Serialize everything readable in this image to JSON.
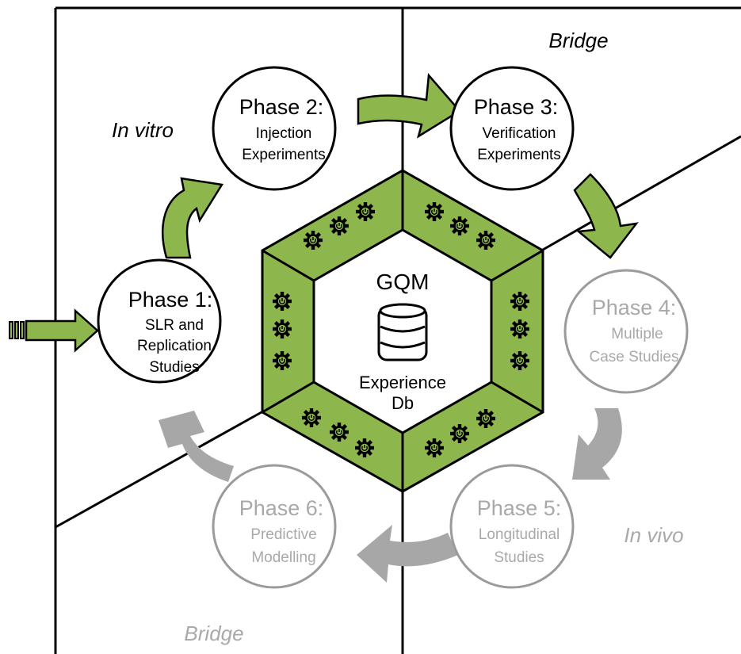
{
  "colors": {
    "active_stroke": "#000000",
    "active_text": "#000000",
    "inactive_stroke": "#9b9b9b",
    "inactive_text": "#a9a9a9",
    "green_fill": "#8db64d",
    "gray_arrow_fill": "#a7a7a7",
    "background": "#ffffff"
  },
  "regions": {
    "in_vitro": "In vitro",
    "bridge_top": "Bridge",
    "in_vivo": "In vivo",
    "bridge_bottom": "Bridge"
  },
  "center": {
    "title": "GQM",
    "db_label_line1": "Experience",
    "db_label_line2": "Db",
    "icon": "database-icon",
    "gear_icon": "gear-icon"
  },
  "phases": [
    {
      "title": "Phase 1:",
      "line1": "SLR and",
      "line2": "Replication",
      "line3": "Studies",
      "status": "active"
    },
    {
      "title": "Phase 2:",
      "line1": "Injection",
      "line2": "Experiments",
      "line3": "",
      "status": "active"
    },
    {
      "title": "Phase 3:",
      "line1": "Verification",
      "line2": "Experiments",
      "line3": "",
      "status": "active"
    },
    {
      "title": "Phase 4:",
      "line1": "Multiple",
      "line2": "Case Studies",
      "line3": "",
      "status": "inactive"
    },
    {
      "title": "Phase 5:",
      "line1": "Longitudinal",
      "line2": "Studies",
      "line3": "",
      "status": "inactive"
    },
    {
      "title": "Phase 6:",
      "line1": "Predictive",
      "line2": "Modelling",
      "line3": "",
      "status": "inactive"
    }
  ]
}
